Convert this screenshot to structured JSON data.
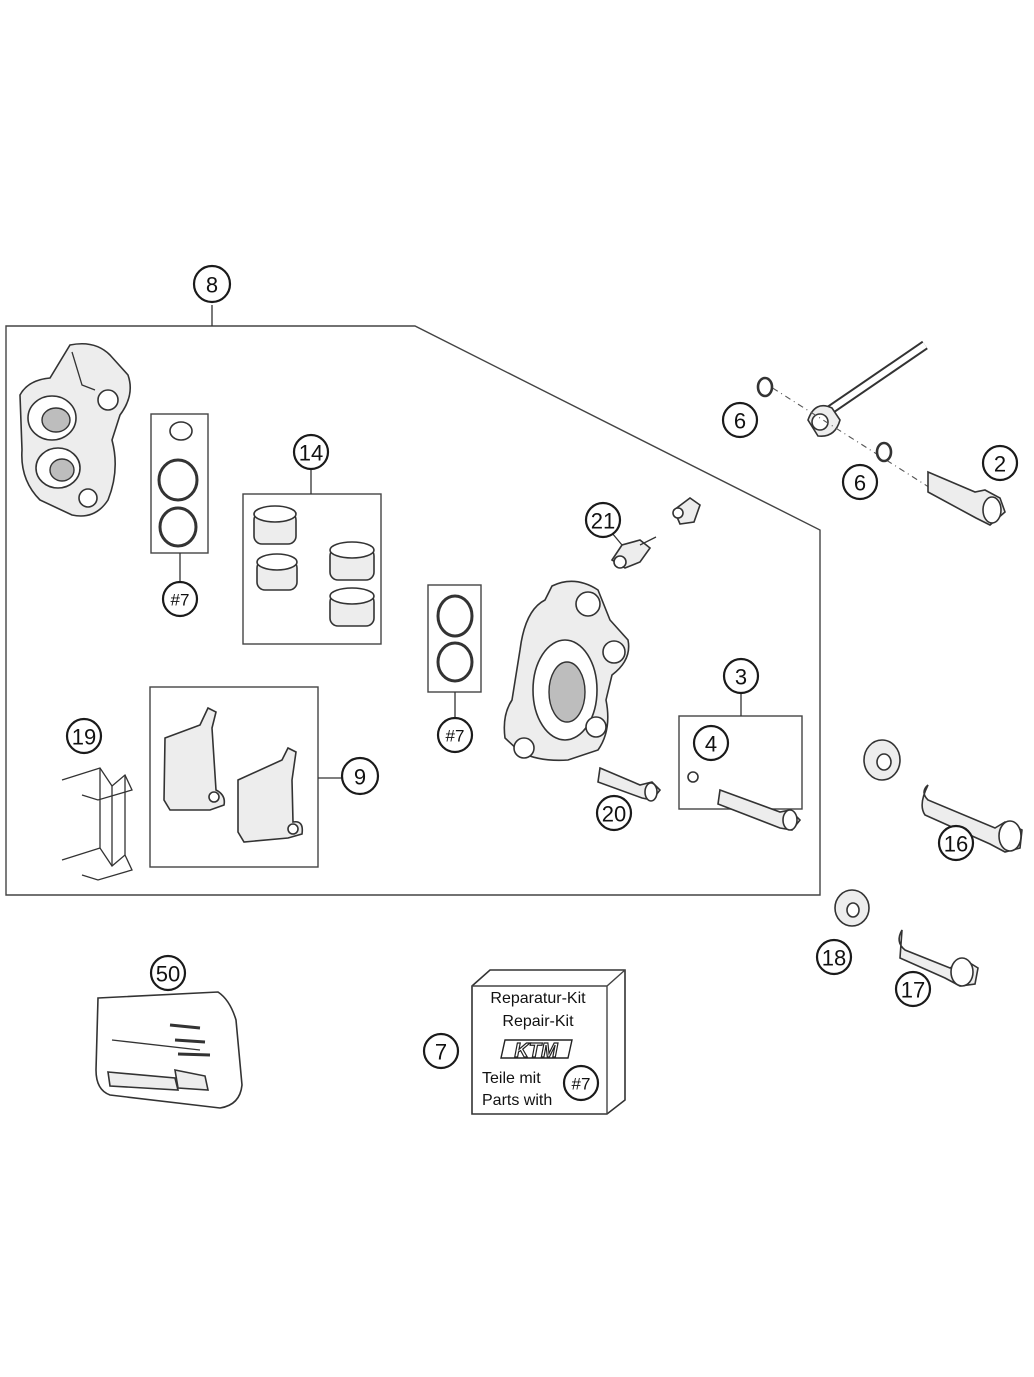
{
  "callouts": {
    "c8": "8",
    "c14": "14",
    "c21": "21",
    "c6a": "6",
    "c6b": "6",
    "c2": "2",
    "c3": "3",
    "c4": "4",
    "c7a": "#7",
    "c7b": "#7",
    "c7c": "#7",
    "c19": "19",
    "c9": "9",
    "c20": "20",
    "c16": "16",
    "c18": "18",
    "c17": "17",
    "c50": "50",
    "c7": "7"
  },
  "kit_box": {
    "line1": "Reparatur-Kit",
    "line2": "Repair-Kit",
    "logo": "KTM",
    "line3": "Teile mit",
    "line4": "Parts with"
  }
}
